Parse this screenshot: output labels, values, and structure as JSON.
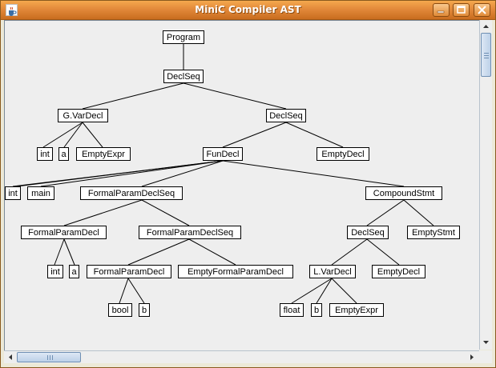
{
  "window": {
    "title": "MiniC Compiler AST"
  },
  "icons": {
    "app": "java-cup-icon",
    "minimize": "minimize-icon",
    "maximize": "maximize-icon",
    "close": "close-icon"
  },
  "tree": {
    "program": "Program",
    "declseq_root": "DeclSeq",
    "gvardecl": "G.VarDecl",
    "gvardecl_type": "int",
    "gvardecl_name": "a",
    "gvardecl_expr": "EmptyExpr",
    "declseq_2": "DeclSeq",
    "fundecl": "FunDecl",
    "emptydecl_top": "EmptyDecl",
    "fundecl_type": "int",
    "fundecl_name": "main",
    "formalparamdeclseq_1": "FormalParamDeclSeq",
    "compoundstmt": "CompoundStmt",
    "formalparamdecl_1": "FormalParamDecl",
    "formalparamdeclseq_2": "FormalParamDeclSeq",
    "fpd1_type": "int",
    "fpd1_name": "a",
    "formalparamdecl_2": "FormalParamDecl",
    "emptyformalparamdecl": "EmptyFormalParamDecl",
    "fpd2_type": "bool",
    "fpd2_name": "b",
    "declseq_3": "DeclSeq",
    "emptystmt": "EmptyStmt",
    "lvardecl": "L.VarDecl",
    "emptydecl_inner": "EmptyDecl",
    "lvardecl_type": "float",
    "lvardecl_name": "b",
    "lvardecl_expr": "EmptyExpr"
  }
}
